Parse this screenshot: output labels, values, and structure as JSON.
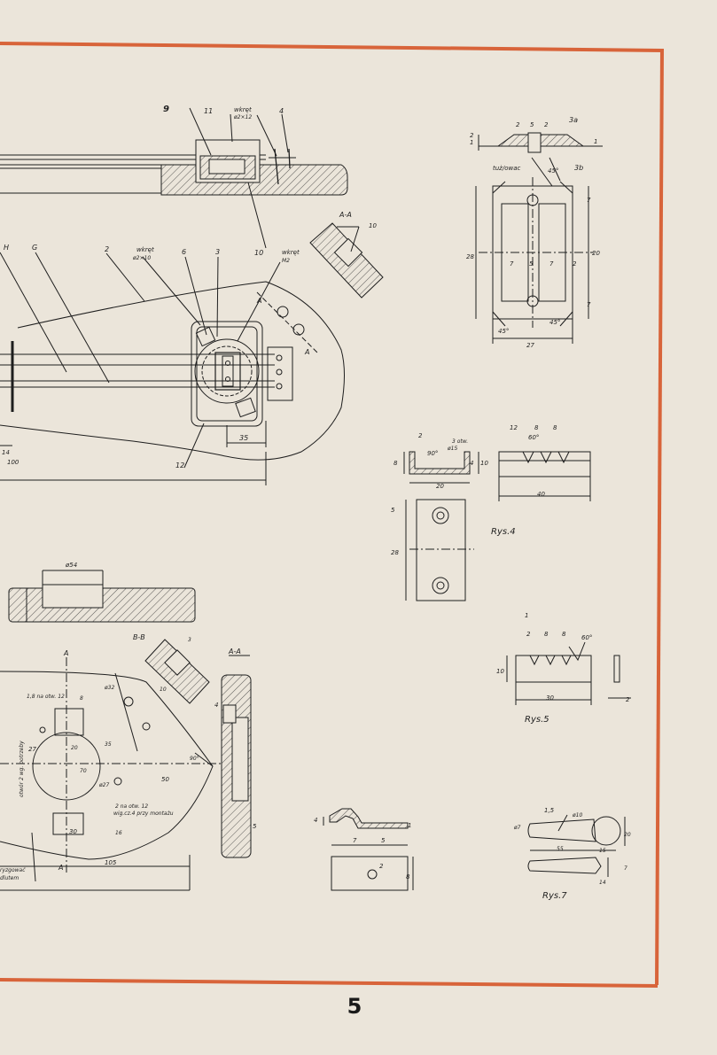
{
  "page_number": "5",
  "border_color": "#d8643a",
  "part_callouts": {
    "p9": "9",
    "p11": "11",
    "p4": "4",
    "p10a": "10",
    "p10b": "10",
    "wkret1_a": "wkręt",
    "wkret1_b": "ø2×12",
    "H": "H",
    "G": "G",
    "p2": "2",
    "p6": "6",
    "p3": "3",
    "wkret2_a": "wkręt",
    "wkret2_b": "ø2×10",
    "wkret3_a": "wkręt",
    "wkret3_b": "M2",
    "p12": "12",
    "dim35": "35",
    "dim14": "14",
    "dim100": "100"
  },
  "section_labels": {
    "aa_top": "A-A",
    "a1": "A",
    "a2": "A",
    "bb": "B-B",
    "aa_mid": "A-A",
    "a3": "A",
    "a4": "A"
  },
  "lower_left_texts": {
    "phi54": "ø54",
    "otw": "1,8 na otw. 12",
    "phi32": "ø32",
    "dim27": "27",
    "dim30": "30",
    "dim50": "50",
    "dim27b": "ø27",
    "dim105": "105",
    "note1": "2 na otw. 12",
    "note2": "wig.cz.4 przy montażu",
    "side_note": "otwór 2 wg. potrzeby",
    "edge_note1": "ryzgować",
    "edge_note2": "dlutem",
    "dim8": "8",
    "dim4": "4",
    "dim5": "5",
    "dim90": "90°",
    "dim16": "16",
    "dim20": "20",
    "dim70": "70",
    "dim35b": "35",
    "dim10": "10",
    "dim3": "3"
  },
  "part3a": {
    "top_dims": [
      "2",
      "5",
      "2"
    ],
    "label_3a": "3a",
    "label_3b": "3b",
    "h1": "1",
    "h2": "2",
    "right1": "1",
    "note": "tuż/owac",
    "angle1": "45°",
    "angle2": "45°",
    "angle3": "45°",
    "height": "28",
    "h7a": "7",
    "h7b": "7",
    "h20": "20",
    "mid_dims": [
      "7",
      "5",
      "7",
      "2"
    ],
    "width": "27"
  },
  "rys4": {
    "caption": "Rys.4",
    "b_dims": [
      "2",
      "ø15",
      "3 otw."
    ],
    "angle": "90°",
    "d8": "8",
    "d20": "20",
    "d4": "4",
    "d10": "10",
    "c_dims": [
      "12",
      "8",
      "8"
    ],
    "c_angle": "60°",
    "c_width": "40",
    "v5": "5",
    "v28": "28"
  },
  "rys5": {
    "caption": "Rys.5",
    "dims": [
      "2",
      "8",
      "8"
    ],
    "angle": "60°",
    "mark": "1",
    "height": "10",
    "width": "30",
    "thick": "2"
  },
  "part_clip": {
    "d4": "4",
    "d1": "1",
    "d7": "7",
    "d5": "5",
    "d2": "2",
    "d8": "8"
  },
  "rys7": {
    "caption": "Rys.7",
    "d15": "1,5",
    "d10": "ø10",
    "d27": "ø7",
    "d20": "20",
    "d55": "55",
    "d15b": "15",
    "d7": "7",
    "d14": "14"
  }
}
